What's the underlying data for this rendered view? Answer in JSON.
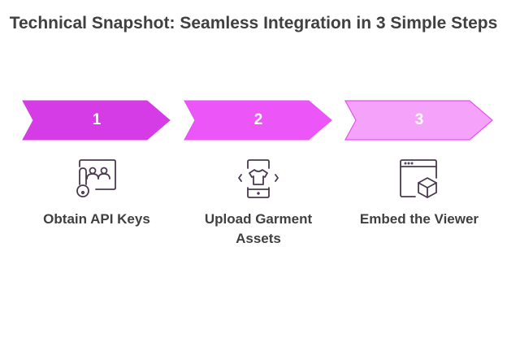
{
  "title": "Technical Snapshot: Seamless Integration in 3 Simple Steps",
  "steps": [
    {
      "number": "1",
      "label": "Obtain API Keys",
      "icon": "key-users-icon",
      "color": "#d63ce6"
    },
    {
      "number": "2",
      "label": "Upload Garment Assets",
      "icon": "phone-shirt-icon",
      "color": "#ec55f8"
    },
    {
      "number": "3",
      "label": "Embed the Viewer",
      "icon": "browser-cube-icon",
      "color": "#f5a3fa"
    }
  ]
}
